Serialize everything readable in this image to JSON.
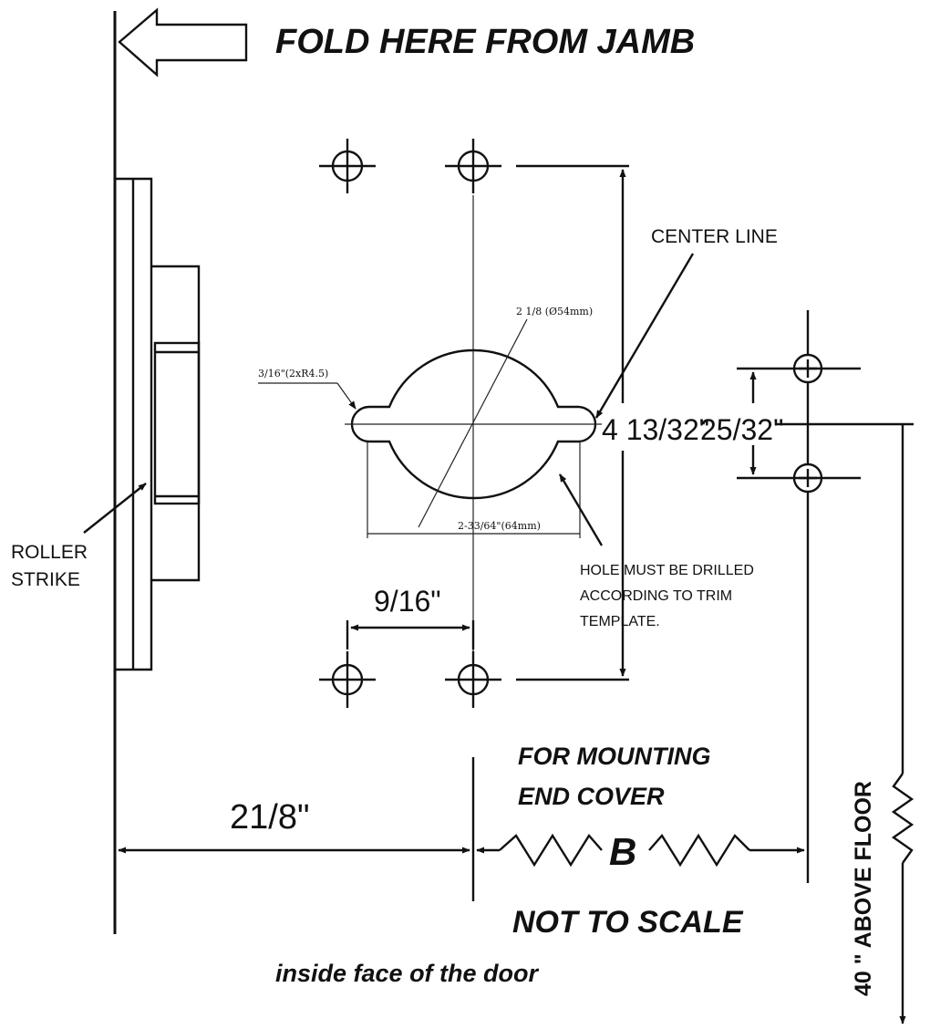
{
  "title": "FOLD HERE FROM JAMB",
  "labels": {
    "center_line": "CENTER LINE",
    "roller_strike_1": "ROLLER",
    "roller_strike_2": "STRIKE",
    "hole_note_1": "HOLE MUST BE DRILLED",
    "hole_note_2": "ACCORDING TO TRIM",
    "hole_note_3": "TEMPLATE.",
    "mounting_1": "FOR MOUNTING",
    "mounting_2": "END COVER",
    "not_to_scale": "NOT TO SCALE",
    "inside_face": "inside face of the door",
    "above_floor": "40 \" ABOVE FLOOR",
    "b_marker": "B"
  },
  "dimensions": {
    "diameter": "2 1/8 (Ø54mm)",
    "slot_radius": "3/16\"(2xR4.5)",
    "hole_width": "2-33/64\"(64mm)",
    "height": "4 13/32\"",
    "spacing_right": "25/32\"",
    "spacing_bottom": "9/16\"",
    "backset": "21/8\""
  }
}
